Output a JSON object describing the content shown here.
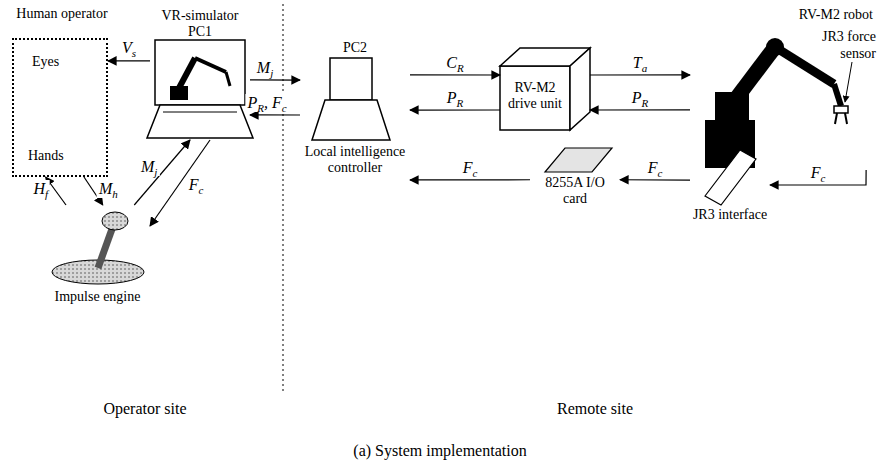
{
  "diagram": {
    "caption": "(a) System implementation",
    "nodes": [
      {
        "text": [
          "Human operator",
          "Eyes",
          "Hands"
        ]
      },
      {
        "text": [
          "VR-simulator PC1"
        ]
      },
      {
        "text": [
          "Impulse engine"
        ]
      },
      {
        "text": [
          "PC2",
          "Local intelligence controller"
        ]
      },
      {
        "text": [
          "RV-M2 drive unit"
        ]
      },
      {
        "text": [
          "RV-M2 robot"
        ]
      },
      {
        "text": [
          "8255A I/O card"
        ]
      },
      {
        "text": [
          "JR3 interface"
        ]
      }
    ],
    "edges": [
      {
        "from": 1,
        "to": 0,
        "label": "Vs",
        "arrow": "to"
      },
      {
        "from": 0,
        "to": 2,
        "label": "Mh",
        "arrow": "to"
      },
      {
        "from": 2,
        "to": 0,
        "label": "Hf",
        "arrow": "to"
      },
      {
        "from": 2,
        "to": 1,
        "label": "Mj",
        "arrow": "to"
      },
      {
        "from": 1,
        "to": 2,
        "label": "Fc",
        "arrow": "to"
      },
      {
        "from": 1,
        "to": 3,
        "label": "Mj",
        "arrow": "to"
      },
      {
        "from": 3,
        "to": 1,
        "label": "PR, Fc",
        "arrow": "to"
      },
      {
        "from": 3,
        "to": 4,
        "label": "CR",
        "arrow": "to"
      },
      {
        "from": 4,
        "to": 3,
        "label": "PR",
        "arrow": "to"
      },
      {
        "from": 4,
        "to": 5,
        "label": "Ta",
        "arrow": "to"
      },
      {
        "from": 5,
        "to": 4,
        "label": "PR",
        "arrow": "to"
      },
      {
        "from": 7,
        "to": 6,
        "label": "Fc",
        "arrow": "to"
      },
      {
        "from": 6,
        "to": 3,
        "label": "Fc",
        "arrow": "to"
      },
      {
        "from": 5,
        "to": 7,
        "label": "Fc",
        "arrow": "to"
      }
    ],
    "labels": [
      "JR3 force sensor",
      "Operator site",
      "Remote site"
    ]
  }
}
